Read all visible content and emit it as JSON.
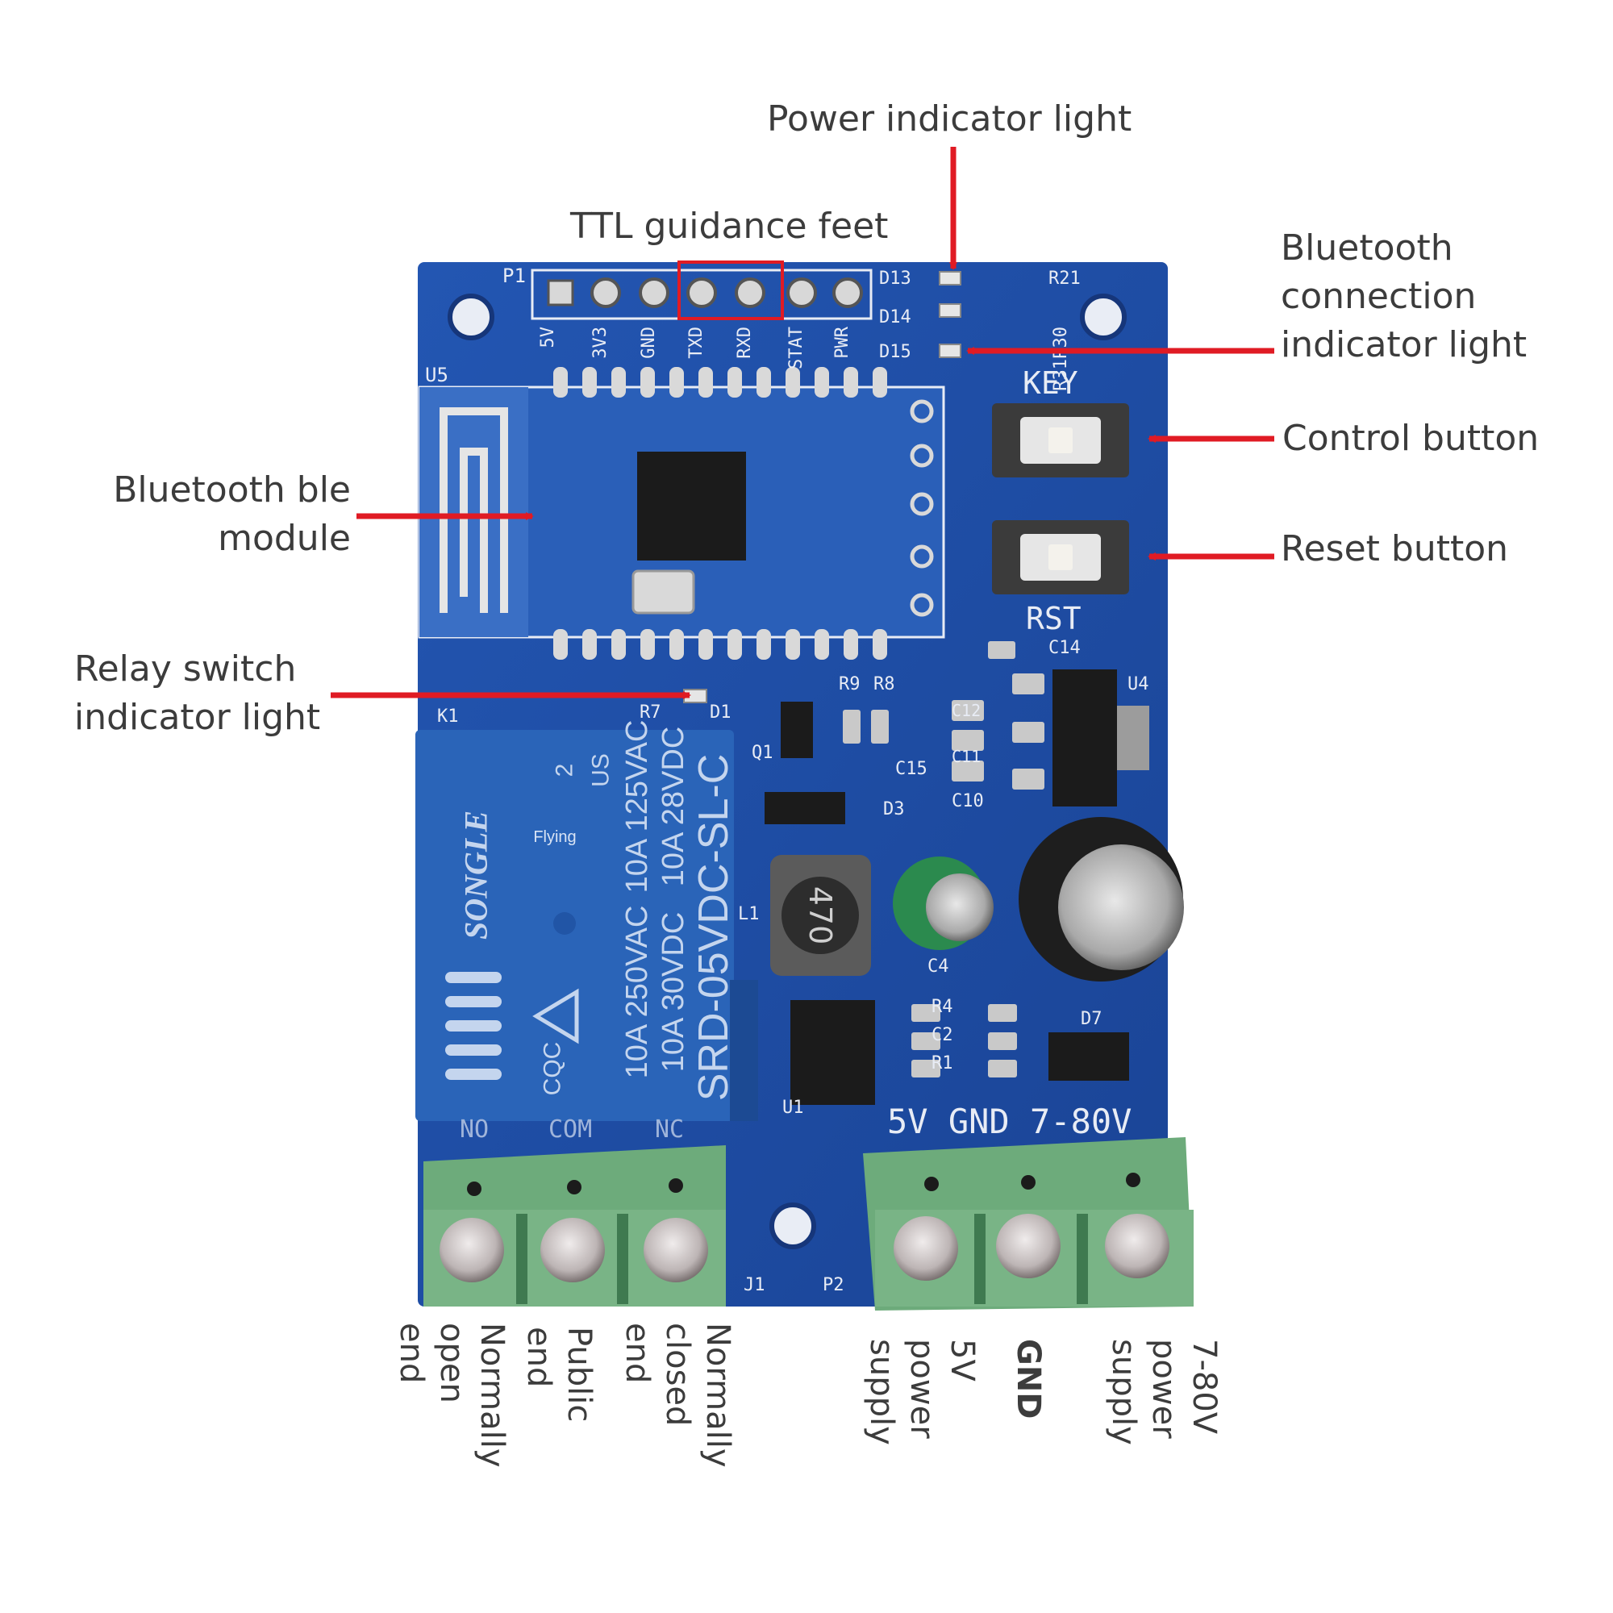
{
  "callouts": {
    "power_indicator": "Power indicator light",
    "ttl_guidance": "TTL guidance feet",
    "bt_connection": [
      "Bluetooth",
      "connection",
      "indicator light"
    ],
    "control_button": "Control button",
    "reset_button": "Reset button",
    "bt_module": [
      "Bluetooth ble",
      "module"
    ],
    "relay_indicator": [
      "Relay switch",
      "indicator light"
    ]
  },
  "terminals": {
    "relay": [
      [
        "Normally",
        "open",
        "end"
      ],
      [
        "Public",
        "end"
      ],
      [
        "Normally",
        "closed",
        "end"
      ]
    ],
    "power": [
      [
        "5V",
        "power",
        "supply"
      ],
      [
        "GND"
      ],
      [
        "7-80V",
        "power",
        "supply"
      ]
    ]
  },
  "board": {
    "header_pins": [
      "5V",
      "3V3",
      "GND",
      "TXD",
      "RXD",
      "STAT",
      "PWR"
    ],
    "header_ref": "P1",
    "module_ref": "U5",
    "relay_ref": "K1",
    "led_refs": [
      "D13",
      "D14",
      "D15"
    ],
    "res_refs": [
      "R21",
      "R30",
      "R31"
    ],
    "key_label": "KEY",
    "rst_label": "RST",
    "power_terminal_label": "5V GND 7-80V",
    "relay_terminal_labels": [
      "NO",
      "COM",
      "NC"
    ],
    "misc_refs": [
      "C14",
      "U4",
      "R9",
      "R8",
      "R7",
      "D1",
      "Q1",
      "C12",
      "C11",
      "C15",
      "C10",
      "D3",
      "L1",
      "C4",
      "R4",
      "C2",
      "R1",
      "D7",
      "U1",
      "J1",
      "P2"
    ],
    "inductor_value": "470",
    "relay": {
      "brand": "SONGLE",
      "model": "SRD-05VDC-SL-C",
      "rating_ac_1": "10A 250VAC",
      "rating_dc_1": "10A 30VDC",
      "rating_ac_2": "10A 125VAC",
      "rating_dc_2": "10A 28VDC",
      "variant": "2",
      "mark": "US",
      "cert": "CQC",
      "watermark": "Flying"
    }
  },
  "colors": {
    "pcb": "#1f4fa8",
    "pcb_dark": "#163d86",
    "relay_blue": "#2a64b8",
    "terminal_green": "#6dab7b",
    "arrow_red": "#e01b24"
  }
}
